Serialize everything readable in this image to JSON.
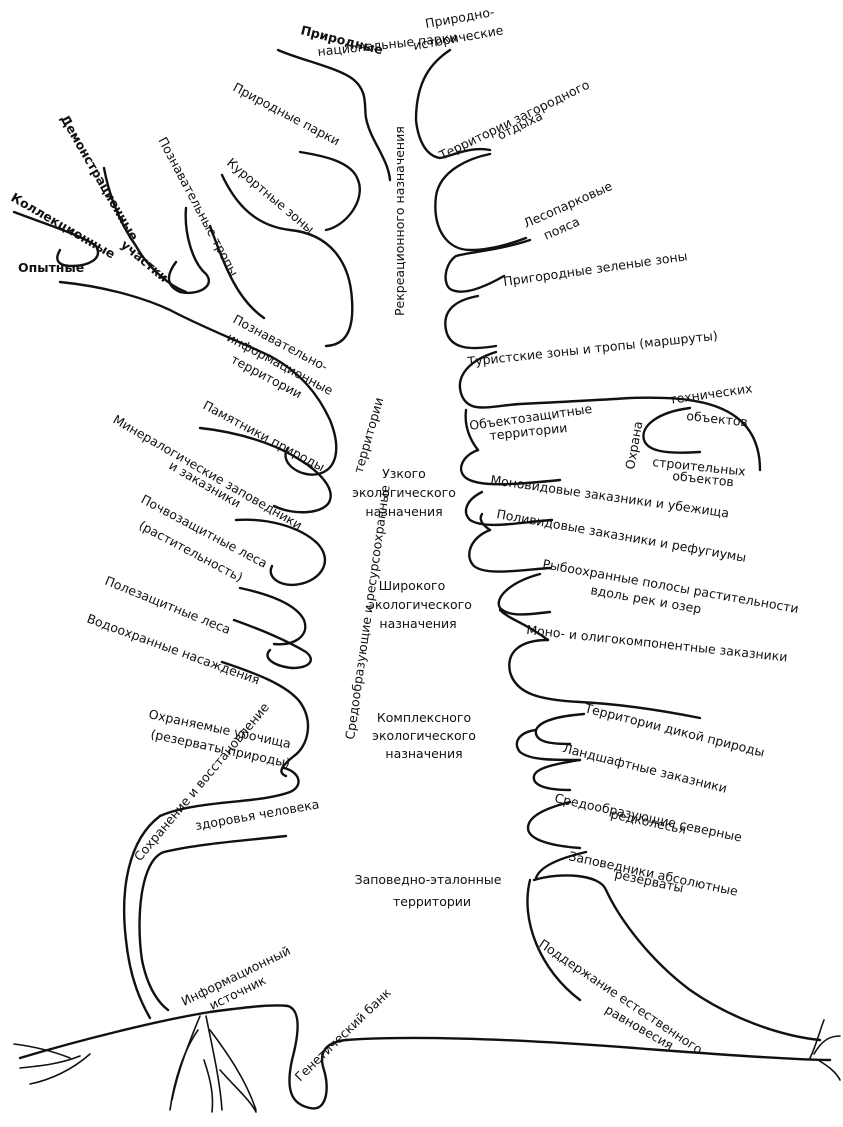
{
  "diagram": {
    "trunk_left": [
      {
        "id": "prirodnye_nac_parki",
        "lines": [
          "Природные",
          "национальные парки"
        ]
      },
      {
        "id": "prirodnye_parki",
        "lines": [
          "Природные парки"
        ]
      },
      {
        "id": "kurortnye",
        "lines": [
          "Курортные зоны"
        ]
      },
      {
        "id": "poznav_tropy",
        "lines": [
          "Познавательные тропы"
        ]
      },
      {
        "id": "demonstr",
        "lines": [
          "Демонстрационные"
        ]
      },
      {
        "id": "uchastki",
        "lines": [
          "участки"
        ]
      },
      {
        "id": "kollekc",
        "lines": [
          "Коллекционные"
        ]
      },
      {
        "id": "opytnye",
        "lines": [
          "Опытные"
        ]
      },
      {
        "id": "poznav_inform",
        "lines": [
          "Познавательно-",
          "информационные",
          "территории"
        ]
      },
      {
        "id": "pamyatniki",
        "lines": [
          "Памятники природы"
        ]
      },
      {
        "id": "mineral",
        "lines": [
          "Минералогические заповедники",
          "и заказники"
        ]
      },
      {
        "id": "pochvo",
        "lines": [
          "Почвозащитные леса",
          "(растительность)"
        ]
      },
      {
        "id": "polezasch",
        "lines": [
          "Полезащитные леса"
        ]
      },
      {
        "id": "vodookhr",
        "lines": [
          "Водоохранные насаждения"
        ]
      },
      {
        "id": "okhr_urochishcha",
        "lines": [
          "Охраняемые урочища",
          "(резерваты природы)"
        ]
      },
      {
        "id": "sokhranenie",
        "lines": [
          "Сохранение и восстановление",
          "здоровья человека"
        ]
      },
      {
        "id": "inform_istochnik",
        "lines": [
          "Информационный",
          "источник"
        ]
      },
      {
        "id": "genetich",
        "lines": [
          "Генетический банк"
        ]
      }
    ],
    "trunk_right": [
      {
        "id": "prirodno_istor",
        "lines": [
          "Природно-",
          "исторические"
        ]
      },
      {
        "id": "zagorod",
        "lines": [
          "Территории загородного",
          "отдыха"
        ]
      },
      {
        "id": "lesopark",
        "lines": [
          "Лесопарковые",
          "пояса"
        ]
      },
      {
        "id": "prigorod",
        "lines": [
          "Пригородные зеленые зоны"
        ]
      },
      {
        "id": "turist",
        "lines": [
          "Туристские зоны и тропы (маршруты)"
        ]
      },
      {
        "id": "obektozasch",
        "lines": [
          "Объектозащитные",
          "территории"
        ]
      },
      {
        "id": "okhrana",
        "lines": [
          "Охрана"
        ]
      },
      {
        "id": "tekhnich",
        "lines": [
          "технических",
          "объектов"
        ]
      },
      {
        "id": "stroitel",
        "lines": [
          "строительных",
          "объектов"
        ]
      },
      {
        "id": "monovid",
        "lines": [
          "Моновидовые заказники и убежища"
        ]
      },
      {
        "id": "polivid",
        "lines": [
          "Поливидовые заказники и рефугиумы"
        ]
      },
      {
        "id": "ryboohr",
        "lines": [
          "Рыбоохранные полосы растительности",
          "вдоль рек и озер"
        ]
      },
      {
        "id": "mono_oligo",
        "lines": [
          "Моно- и олигокомпонентные заказники"
        ]
      },
      {
        "id": "dikoy",
        "lines": [
          "Территории дикой природы"
        ]
      },
      {
        "id": "landsh",
        "lines": [
          "Ландшафтные заказники"
        ]
      },
      {
        "id": "sredo_sever",
        "lines": [
          "Средообразующие северные",
          "редколесья"
        ]
      },
      {
        "id": "zapovedniki_abs",
        "lines": [
          "Заповедники абсолютные",
          "резерваты"
        ]
      },
      {
        "id": "podderzhanie",
        "lines": [
          "Поддержание естественного",
          "равновесия"
        ]
      }
    ],
    "trunk_center": [
      {
        "id": "rekreac",
        "lines": [
          "Рекреационного назначения"
        ]
      },
      {
        "id": "sredoobraz",
        "lines": [
          "Средообразующие и ресурсоохранные",
          "территории"
        ]
      },
      {
        "id": "uzkogo",
        "lines": [
          "Узкого",
          "экологического",
          "назначения"
        ]
      },
      {
        "id": "shirokogo",
        "lines": [
          "Широкого",
          "экологического",
          "назначения"
        ]
      },
      {
        "id": "kompleksnogo",
        "lines": [
          "Комплексного",
          "экологического",
          "назначения"
        ]
      },
      {
        "id": "zapovedno",
        "lines": [
          "Заповедно-эталонные",
          "территории"
        ]
      }
    ]
  }
}
